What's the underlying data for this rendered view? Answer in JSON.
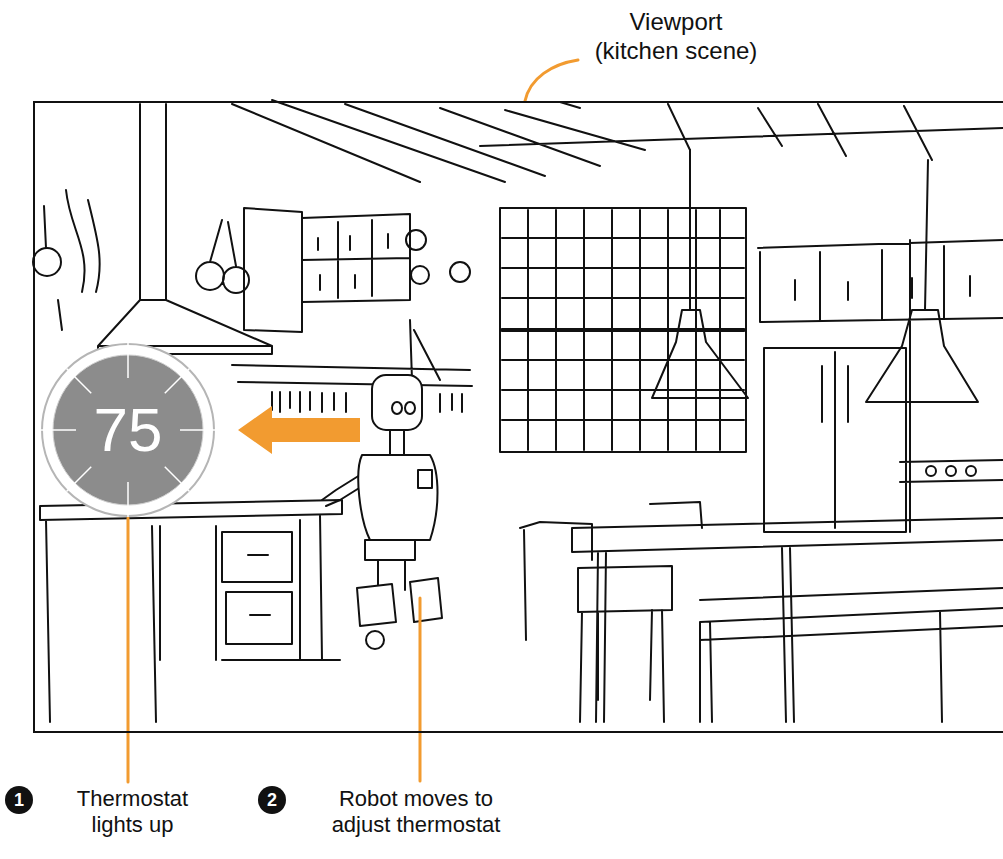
{
  "diagram": {
    "nodes": [
      {
        "text": [
          "Viewport (kitchen scene)"
        ]
      },
      {
        "text": [
          "75"
        ],
        "in": 0
      },
      {
        "text": [
          "1",
          "Thermostat lights up"
        ]
      },
      {
        "text": [
          "2",
          "Robot moves to adjust thermostat"
        ]
      }
    ],
    "edges": [
      {
        "from": 2,
        "to": 1,
        "arrow": "none"
      }
    ]
  }
}
